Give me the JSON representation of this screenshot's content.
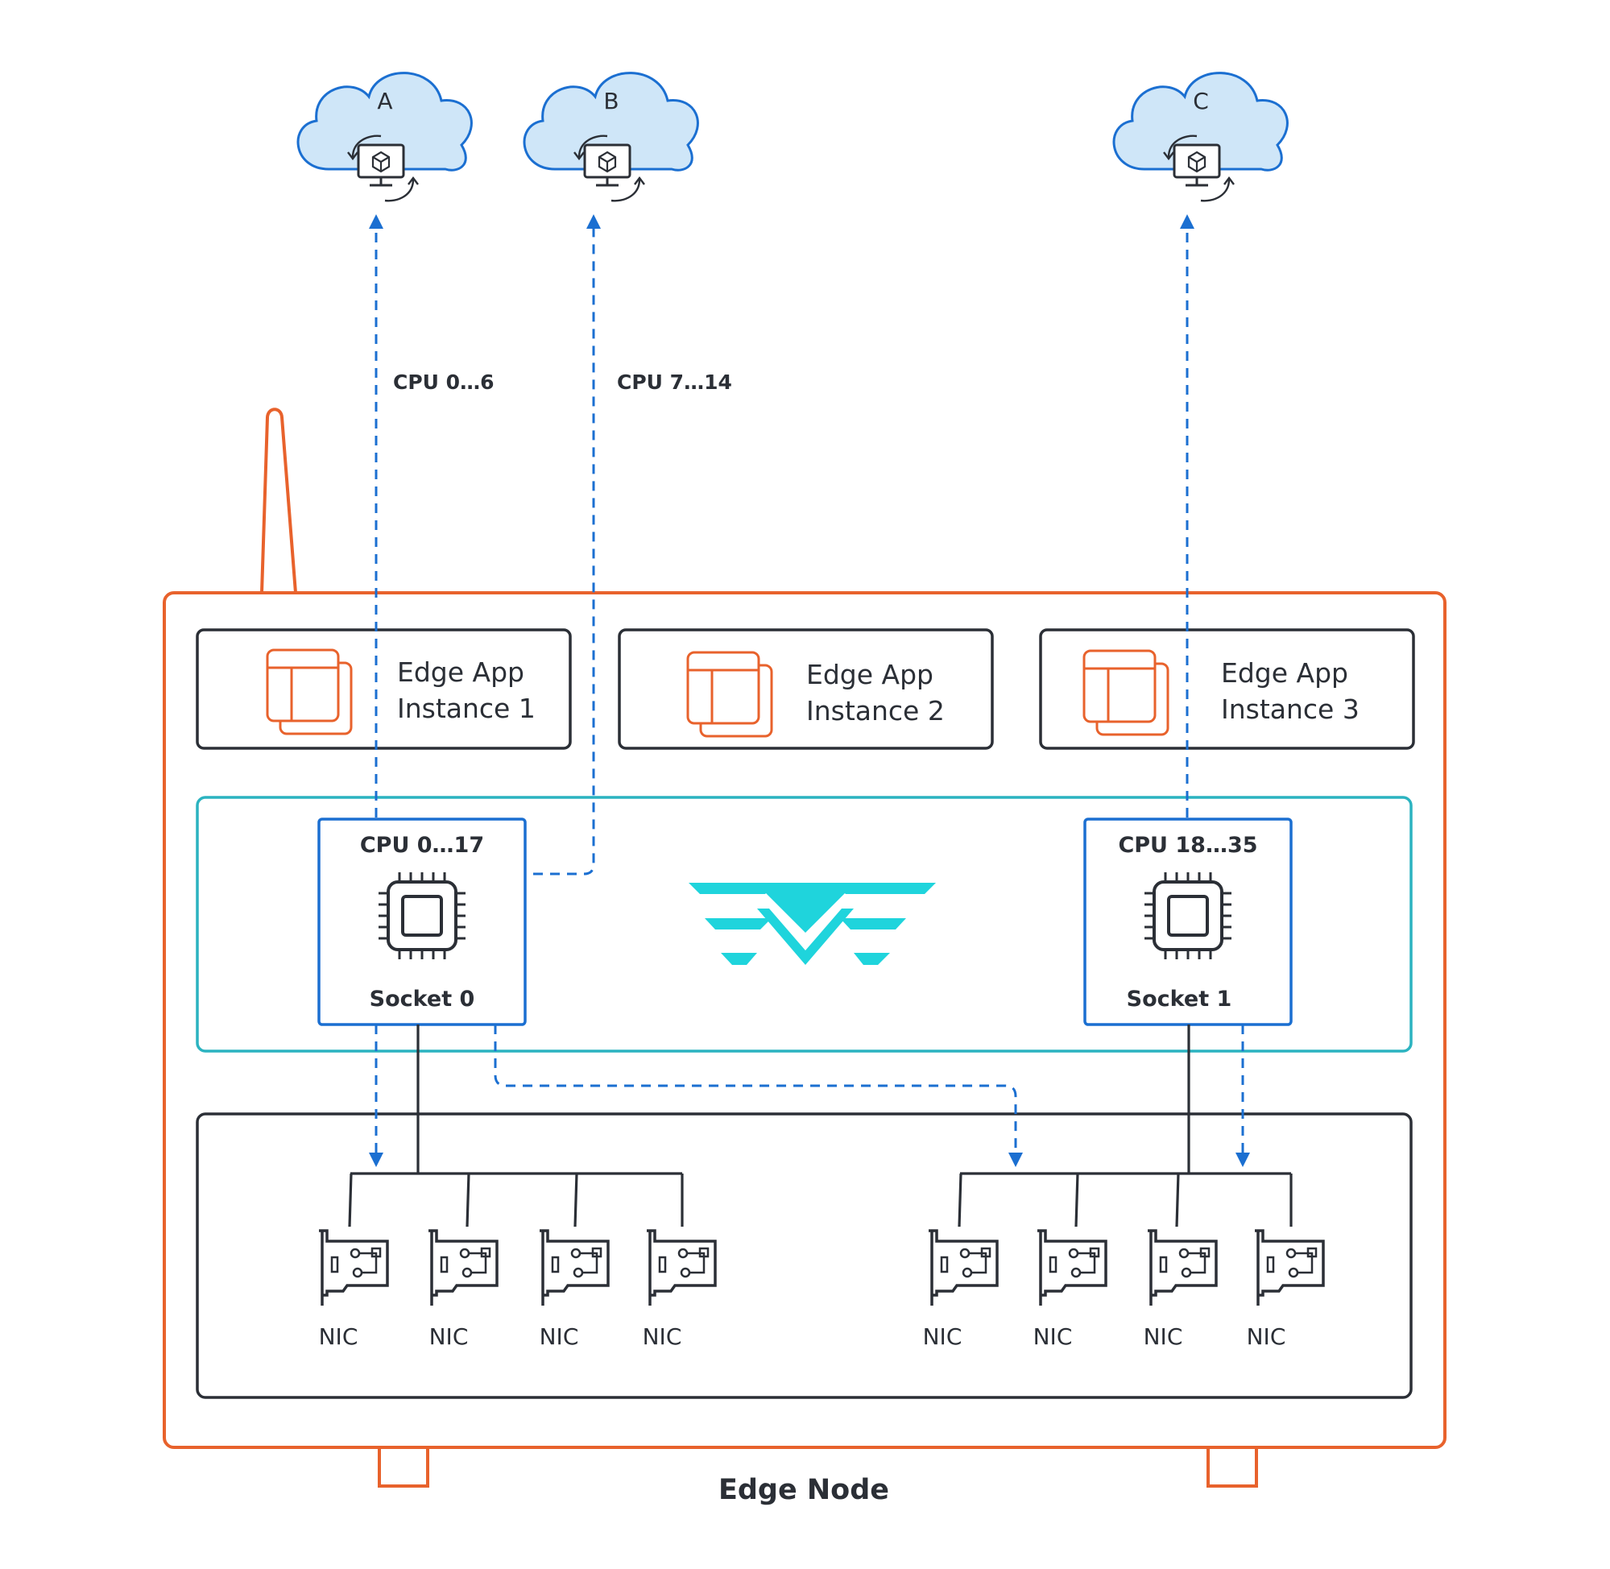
{
  "clouds": [
    {
      "letter": "A",
      "cpu_label": "CPU 0…6"
    },
    {
      "letter": "B",
      "cpu_label": "CPU 7…14"
    },
    {
      "letter": "C",
      "cpu_label": ""
    }
  ],
  "apps": [
    {
      "line1": "Edge App",
      "line2": "Instance 1"
    },
    {
      "line1": "Edge App",
      "line2": "Instance 2"
    },
    {
      "line1": "Edge App",
      "line2": "Instance 3"
    }
  ],
  "sockets": [
    {
      "cpu": "CPU 0…17",
      "name": "Socket 0"
    },
    {
      "cpu": "CPU 18…35",
      "name": "Socket 1"
    }
  ],
  "nic_label": "NIC",
  "node_label": "Edge Node",
  "colors": {
    "node_border": "#e8622c",
    "app_icon": "#e8622c",
    "hypervisor_border": "#2bb3c0",
    "socket_border": "#1b6fd1",
    "arrow": "#1b6fd1",
    "cloud_fill": "#cfe6f8",
    "cloud_stroke": "#1b6fd1",
    "logo": "#1fd4dc"
  },
  "icons": [
    "cloud-icon",
    "monitor-package-icon",
    "refresh-arrows-icon",
    "app-window-icon",
    "cpu-chip-icon",
    "nic-card-icon",
    "eve-logo"
  ]
}
